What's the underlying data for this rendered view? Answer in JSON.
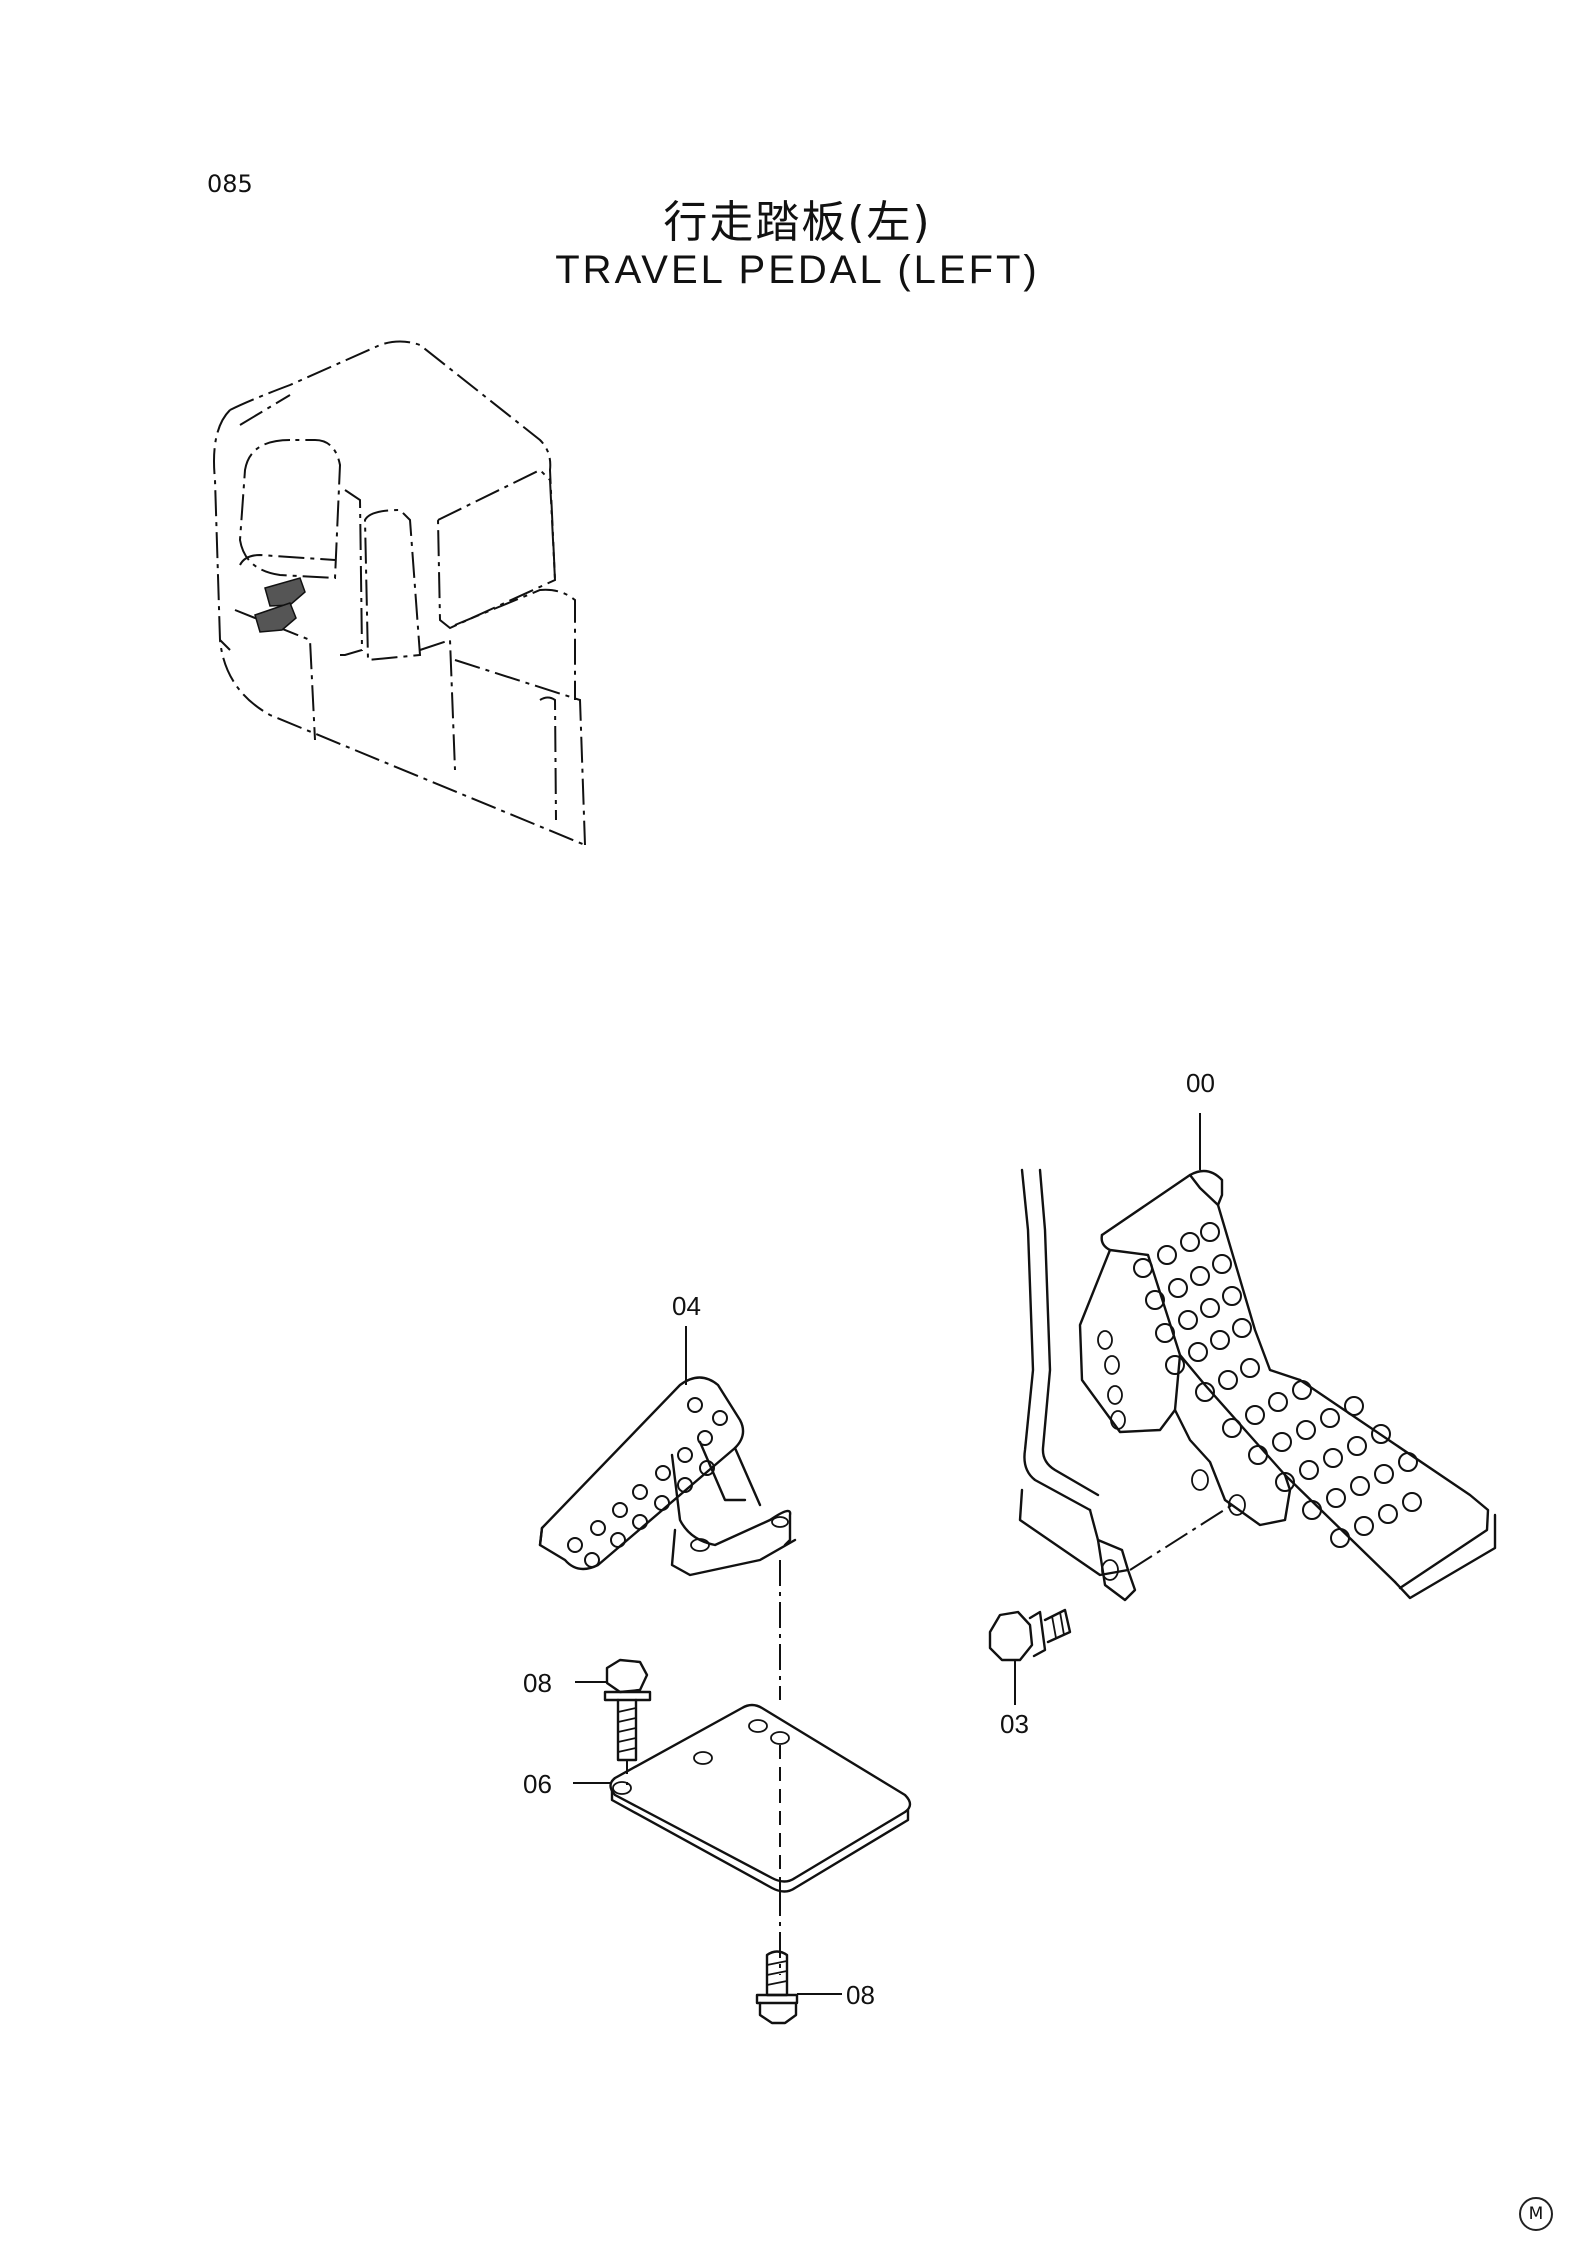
{
  "page": {
    "code": "085"
  },
  "title": {
    "chinese": "行走踏板(左)",
    "english": "TRAVEL PEDAL (LEFT)"
  },
  "callouts": {
    "c00": "00",
    "c03": "03",
    "c04": "04",
    "c06": "06",
    "c08_top": "08",
    "c08_bottom": "08"
  },
  "footer": {
    "mark": "M"
  }
}
